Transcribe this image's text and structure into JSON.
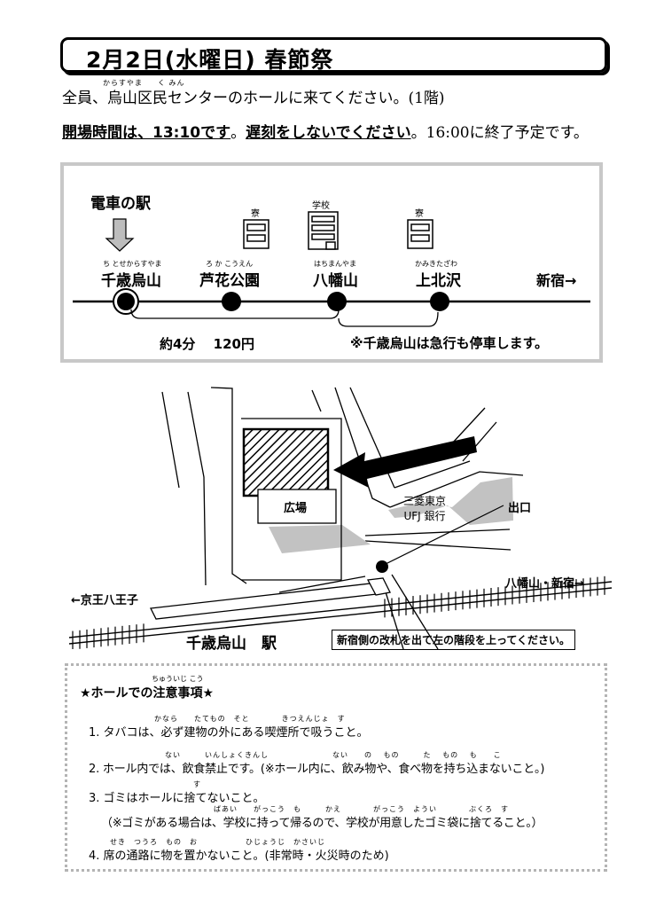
{
  "title": "2月2日(水曜日) 春節祭",
  "line1": {
    "text": "全員、烏山区民センターのホールに来てください。(1階)",
    "ruby_karasuyama": "からすやま",
    "ruby_kumin": "く みん"
  },
  "line2": {
    "part1": "開場時間は、13:10です",
    "sep1": "。",
    "part2": "遅刻をしないでください",
    "part3": "。16:00に終了予定です。"
  },
  "route": {
    "train_station_label": "電車の駅",
    "stations": [
      {
        "name": "千歳烏山",
        "ruby": "ち とせからすやま"
      },
      {
        "name": "芦花公園",
        "ruby": "ろ か こうえん"
      },
      {
        "name": "八幡山",
        "ruby": "はちまんやま"
      },
      {
        "name": "上北沢",
        "ruby": "かみきたざわ"
      }
    ],
    "direction": "新宿→",
    "dorm_label": "寮",
    "school_label": "学校",
    "travel_info": "約4分　 120円",
    "express_note": "※千歳烏山は急行も停車します。"
  },
  "map": {
    "plaza": "広場",
    "bank_line1": "三菱東京",
    "bank_line2": "UFJ 銀行",
    "exit": "出口",
    "toward_hachioji": "←京王八王子",
    "toward_shinjuku": "八幡山・新宿→",
    "station": "千歳烏山　駅",
    "instruction": "新宿側の改札を出て左の階段を上ってください。"
  },
  "notes": {
    "heading": "★ホールでの注意事項★",
    "heading_ruby": "ちゅういじ こう",
    "items": [
      {
        "text": "1. タバコは、必ず建物の外にある喫煙所で吸うこと。",
        "ruby": "かなら　　たてもの　そと　　　　きつえんじょ　す"
      },
      {
        "text": "2. ホール内では、飲食禁止です。(※ホール内に、飲み物や、食べ物を持ち込まないこと。)",
        "ruby": "ない　　　いんしょくきんし　　　　　　　　ない　　の　 もの　　　た　 もの　 も　　こ"
      },
      {
        "text": "3. ゴミはホールに捨てないこと。",
        "ruby": "す"
      },
      {
        "text": "（※ゴミがある場合は、学校に持って帰るので、学校が用意したゴミ袋に捨てること。）",
        "ruby": "ばあい　　がっこう　も　　　かえ　　　　がっこう　ようい　　　　ぶくろ　す"
      },
      {
        "text": "4. 席の通路に物を置かないこと。(非常時・火災時のため)",
        "ruby": "せき　つうろ　もの　お　　　　　　ひじょうじ　かさいじ"
      }
    ]
  }
}
